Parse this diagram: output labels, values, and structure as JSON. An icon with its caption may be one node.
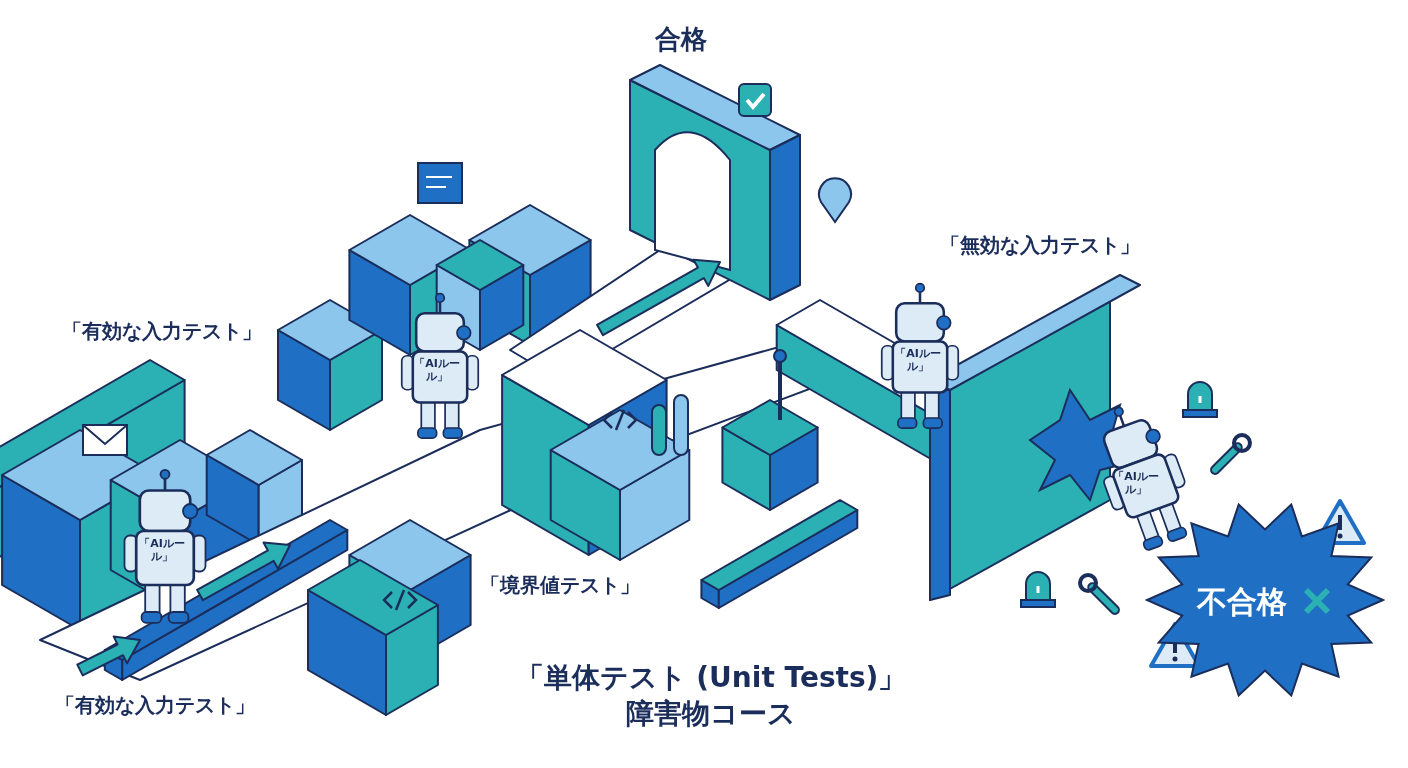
{
  "diagram": {
    "title": "「単体テスト (Unit Tests)」障害物コース",
    "nodes": [
      {
        "text": [
          "不合格"
        ]
      }
    ],
    "labels": [
      "合格",
      "「無効な入力テスト」",
      "「有効な入力テスト」",
      "「AIルール」",
      "「AIルール」",
      "「AIルール」",
      "「境界値テスト」",
      "「AIルール」",
      "「有効な入力テスト」"
    ]
  }
}
